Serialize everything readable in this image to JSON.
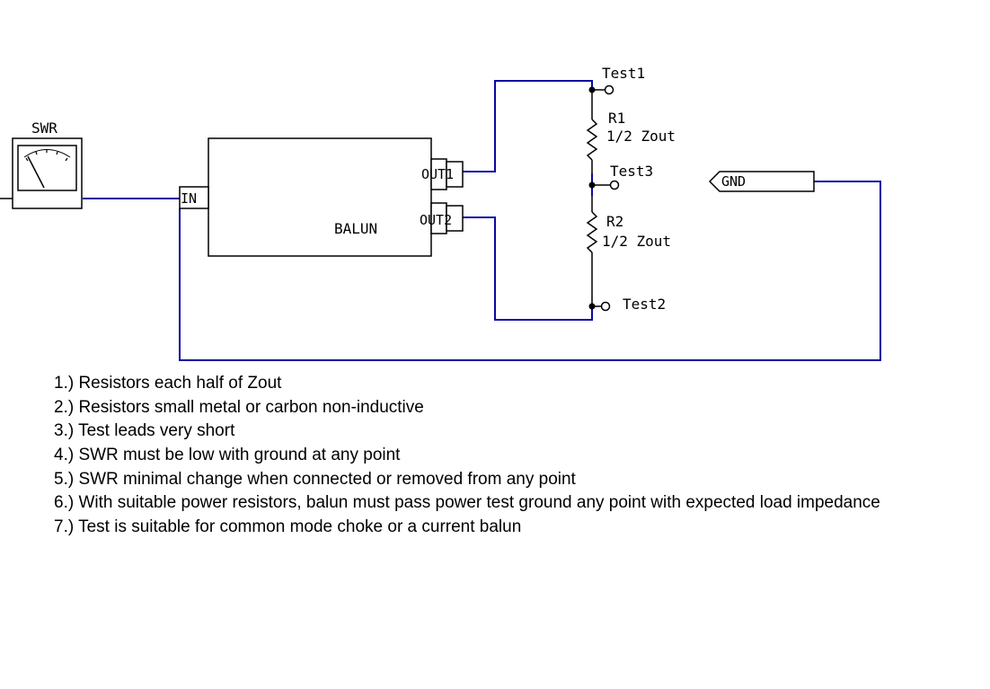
{
  "labels": {
    "swr": "SWR",
    "in_port": "IN",
    "balun": "BALUN",
    "out1": "OUT1",
    "out2": "OUT2",
    "test1": "Test1",
    "test2": "Test2",
    "test3": "Test3",
    "r1_name": "R1",
    "r1_value": "1/2 Zout",
    "r2_name": "R2",
    "r2_value": "1/2 Zout",
    "gnd": "GND"
  },
  "notes": [
    "1.) Resistors each half of Zout",
    "2.) Resistors small metal or carbon non-inductive",
    "3.) Test leads very short",
    "4.) SWR must be low with ground at any point",
    "5.) SWR minimal change when connected or removed from any point",
    "6.) With suitable power resistors, balun must pass power test ground any point with expected load impedance",
    "7.) Test is suitable for common mode choke or a current balun"
  ],
  "colors": {
    "wire": "#0a0aa0",
    "ink": "#000000",
    "background": "#ffffff"
  }
}
